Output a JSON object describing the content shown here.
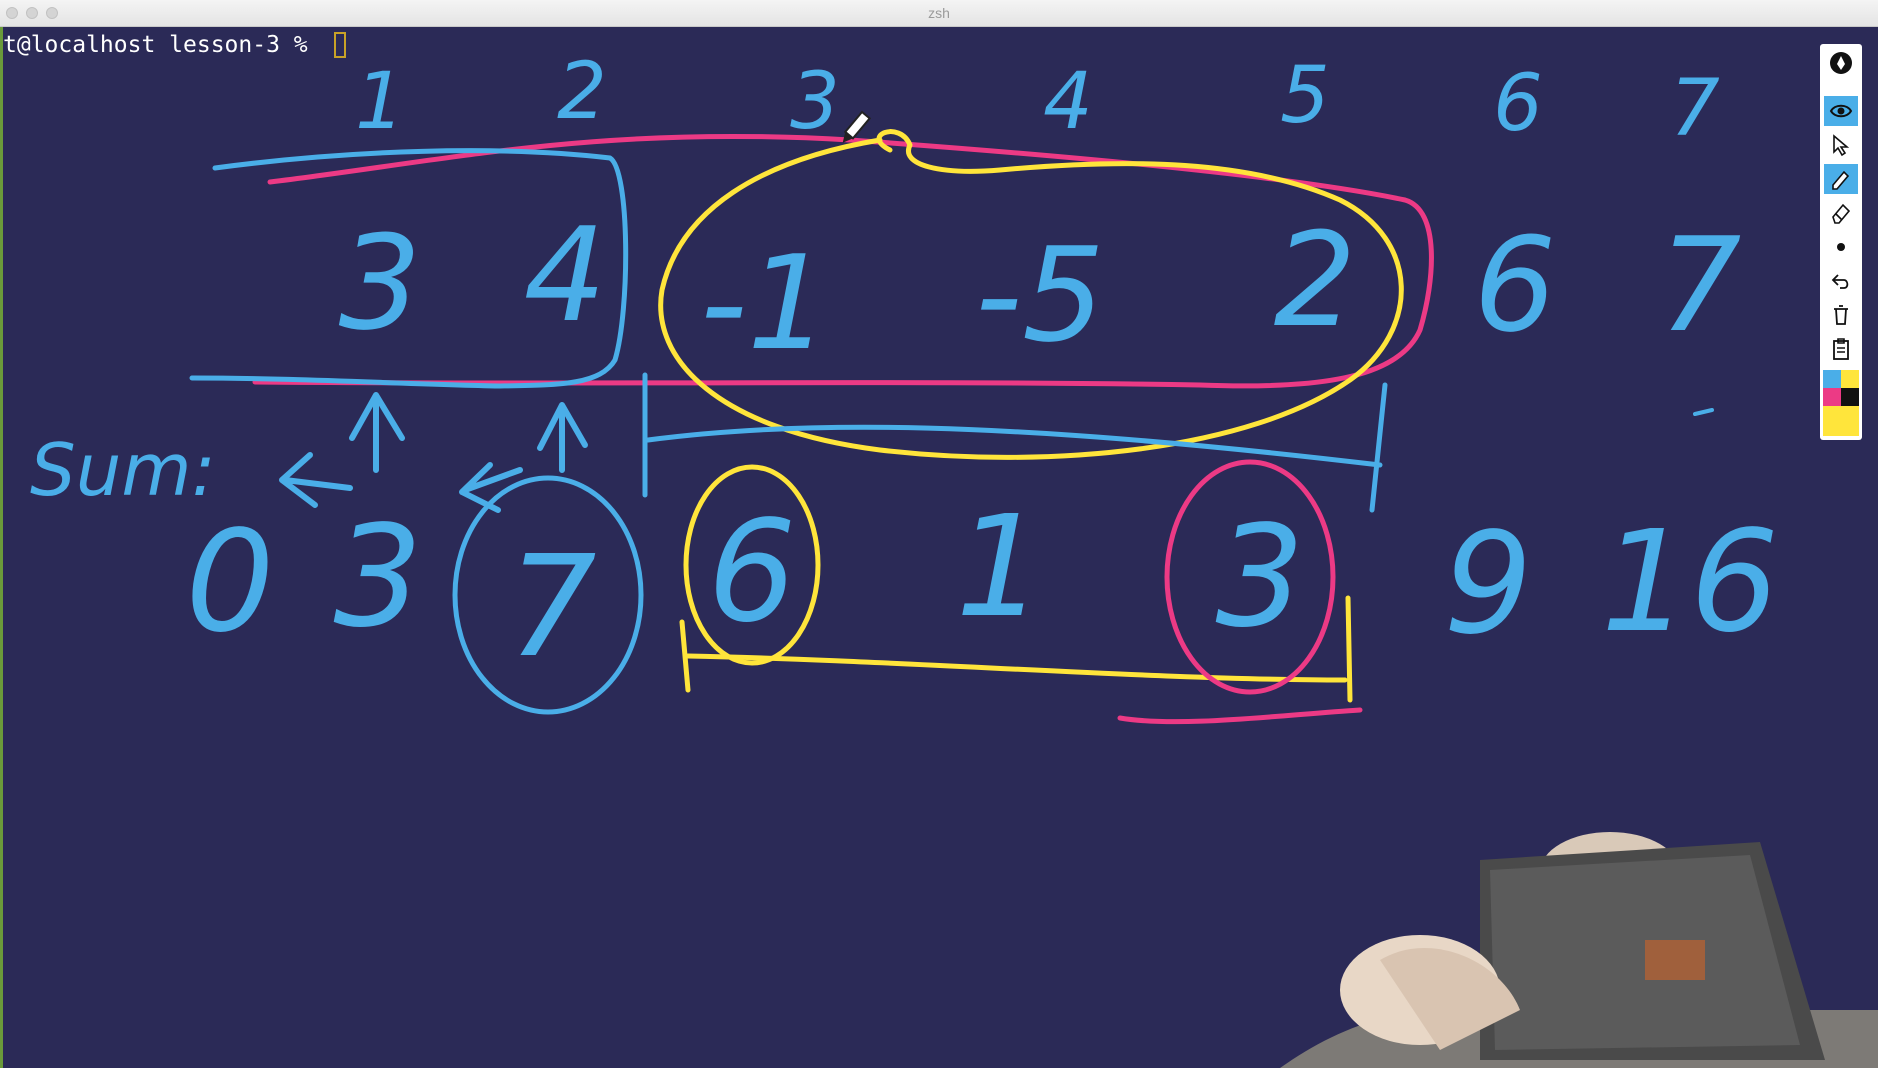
{
  "window": {
    "title": "zsh"
  },
  "terminal": {
    "prompt": "t@localhost lesson-3 % "
  },
  "whiteboard": {
    "index_row": [
      "1",
      "2",
      "3",
      "4",
      "5",
      "6",
      "7"
    ],
    "value_row": [
      "3",
      "4",
      "-1",
      "-5",
      "2",
      "6",
      "7"
    ],
    "sum_label": "Sum:",
    "sum_row": [
      "0",
      "3",
      "7",
      "6",
      "1",
      "3",
      "9",
      "16"
    ]
  },
  "toolbar": {
    "tools": [
      "presenter-logo-icon",
      "eye-icon",
      "arrow-pointer-icon",
      "pen-icon",
      "eraser-icon",
      "dot-icon",
      "undo-icon",
      "trash-icon",
      "clipboard-icon"
    ],
    "colors": {
      "blue": "#4aaee8",
      "yellow": "#ffe53b",
      "pink": "#ec3a85",
      "black": "#111111"
    }
  },
  "colors": {
    "background": "#2b2a57",
    "ink_blue": "#4aaee8",
    "ink_yellow": "#ffe53b",
    "ink_pink": "#ec3a85"
  }
}
